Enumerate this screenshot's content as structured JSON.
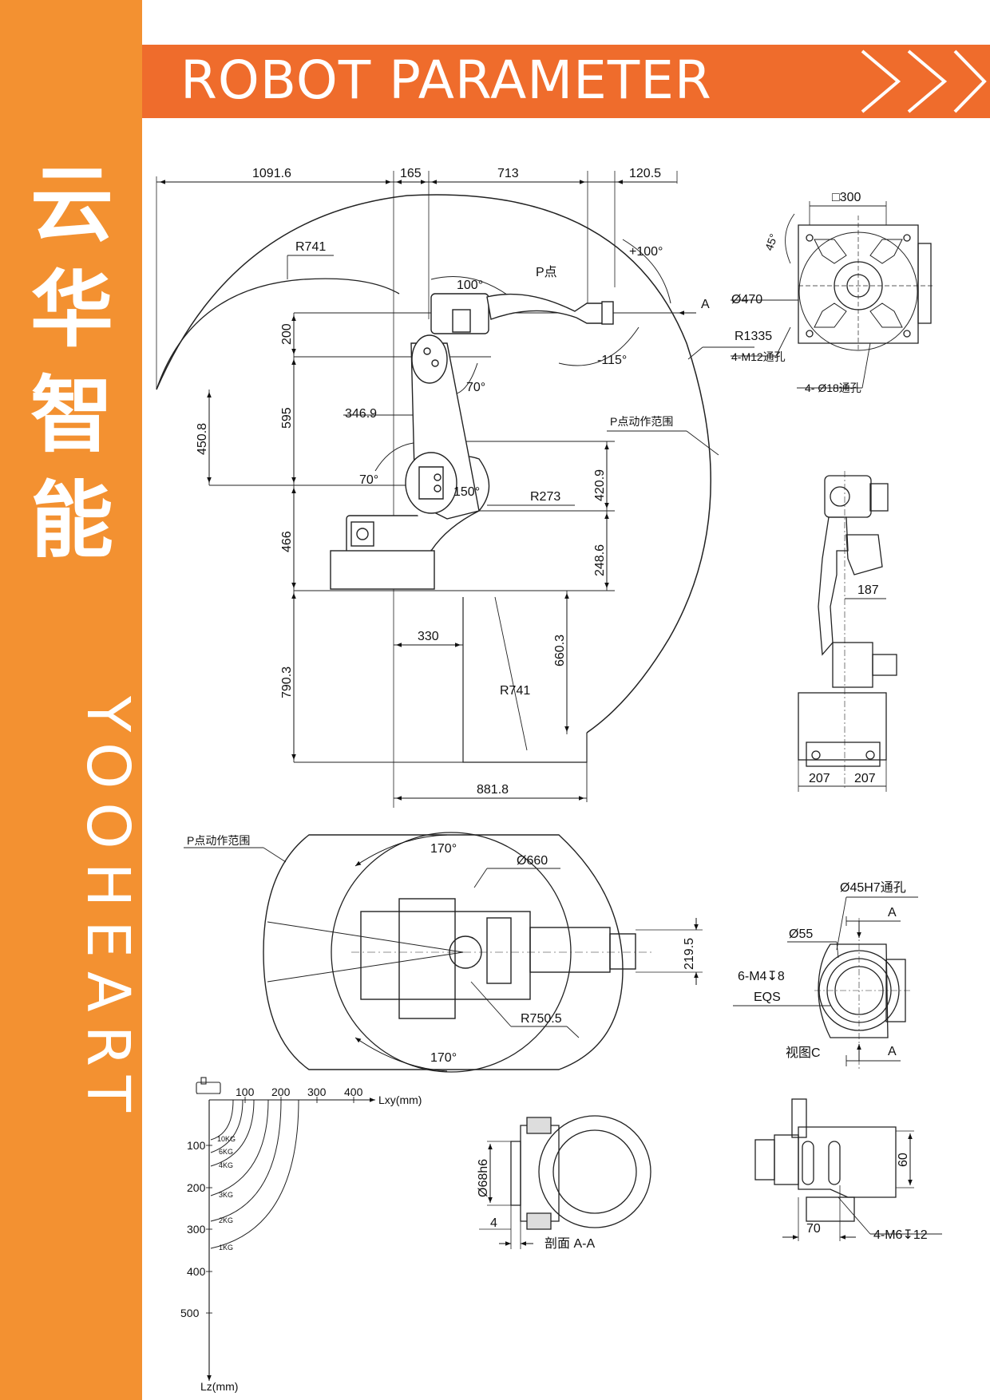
{
  "brand": {
    "chinese_name": [
      "云",
      "华",
      "智",
      "能"
    ],
    "english_name": "YOOHEART"
  },
  "header": {
    "title": "ROBOT PARAMETER"
  },
  "side_view": {
    "dims": {
      "d1091": "1091.6",
      "d165": "165",
      "d713": "713",
      "d120": "120.5",
      "r741_top": "R741",
      "a100_top": "100°",
      "p_point": "P点",
      "a_plus100": "+100°",
      "arrow_a": "A",
      "a_minus115": "-115°",
      "r1335": "R1335",
      "a70_upper": "70°",
      "d200": "200",
      "d595": "595",
      "d346": "346.9",
      "d450": "450.8",
      "range_label": "P点动作范围",
      "a70_lower": "70°",
      "a150": "150°",
      "r273": "R273",
      "d420": "420.9",
      "d466": "466",
      "d248": "248.6",
      "d330": "330",
      "d790": "790.3",
      "d660": "660.3",
      "r741_bottom": "R741",
      "d881": "881.8"
    }
  },
  "base_view": {
    "sq300": "□300",
    "a45": "45°",
    "dia470": "Ø470",
    "holes_m12": "4-M12通孔",
    "holes_18": "4- Ø18通孔"
  },
  "front_view": {
    "d187": "187",
    "d207a": "207",
    "d207b": "207"
  },
  "top_view": {
    "range_label": "P点动作范围",
    "a170_top": "170°",
    "dia660": "Ø660",
    "d219": "219.5",
    "r750": "R750.5",
    "a170_bottom": "170°"
  },
  "flange_view": {
    "dia45": "Ø45H7通孔",
    "arrow_a1": "A",
    "dia55": "Ø55",
    "holes": "6-M4↧8",
    "eqs": "EQS",
    "view_c": "视图C",
    "arrow_a2": "A"
  },
  "load_chart": {
    "x_axis_label": "Lxy(mm)",
    "y_axis_label": "Lz(mm)",
    "x_ticks": [
      "100",
      "200",
      "300",
      "400"
    ],
    "y_ticks": [
      "100",
      "200",
      "300",
      "400",
      "500"
    ],
    "curve_labels": [
      "10KG",
      "6KG",
      "4KG",
      "3KG",
      "2KG",
      "1KG"
    ]
  },
  "section_view": {
    "dia68": "Ø68h6",
    "d4": "4",
    "caption": "剖面 A-A"
  },
  "side_flange_view": {
    "d60": "60",
    "d70": "70",
    "holes": "4-M6↧12"
  }
}
